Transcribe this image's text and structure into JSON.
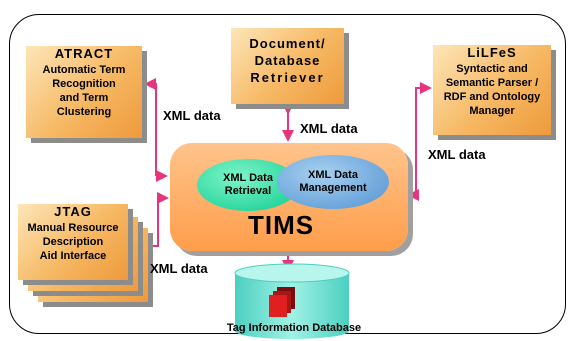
{
  "diagram": {
    "atract": {
      "title": "ATRACT",
      "lines": [
        "Automatic Term",
        "Recognition",
        "and Term",
        "Clustering"
      ]
    },
    "retriever": {
      "lines": [
        "Document/",
        "Database",
        "Retriever"
      ]
    },
    "lilfes": {
      "title": "LiLFeS",
      "lines": [
        "Syntactic and",
        "Semantic Parser /",
        "RDF and Ontology",
        "Manager"
      ]
    },
    "jtag": {
      "title": "JTAG",
      "lines": [
        "Manual Resource",
        "Description",
        "Aid Interface"
      ]
    },
    "tims": {
      "title": "TIMS",
      "retrieval": [
        "XML Data",
        "Retrieval"
      ],
      "management": [
        "XML Data",
        "Management"
      ]
    },
    "database": {
      "label": "Tag Information Database"
    },
    "edge_labels": {
      "atract": "XML data",
      "retriever": "XML data",
      "lilfes": "XML data",
      "jtag": "XML data"
    },
    "colors": {
      "box": "#f6b863",
      "tims": "#ff9d4a",
      "retrieval": "#22d39b",
      "management": "#5e9cd6",
      "database": "#7fe6d8",
      "arrows": "#e8347c"
    }
  }
}
